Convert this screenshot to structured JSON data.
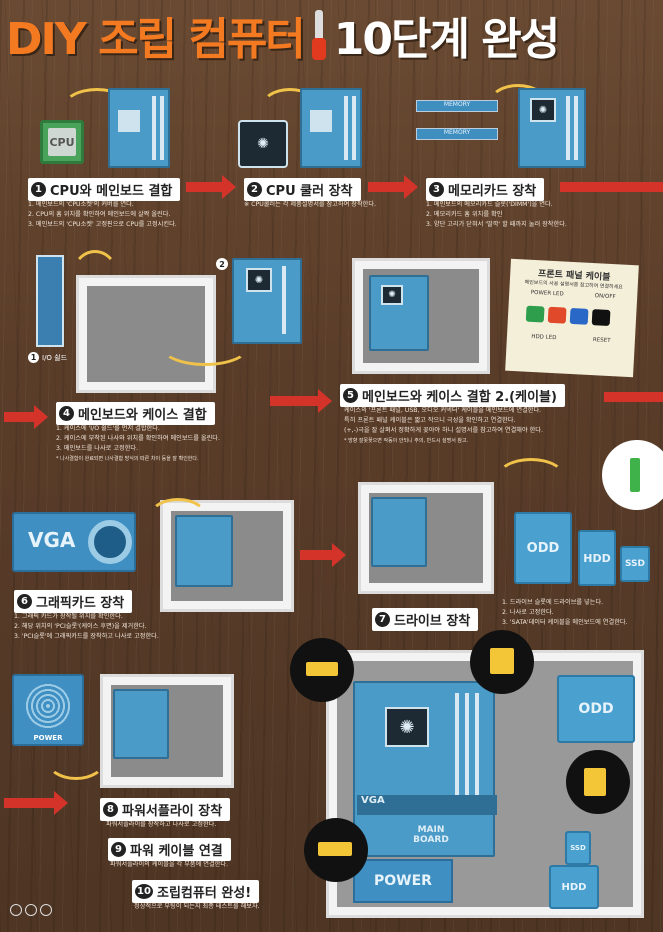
{
  "title": {
    "a": "DIY 조립 컴퓨터",
    "b": "10단계 완성"
  },
  "labels": {
    "cpu": "CPU",
    "vga": "VGA",
    "odd": "ODD",
    "hdd": "HDD",
    "ssd": "SSD",
    "power": "POWER",
    "mainboard": "MAIN BOARD",
    "mem": "MEMORY",
    "sub1": "I/O 쉴드",
    "badge2": "2",
    "badge1": "1"
  },
  "steps": [
    {
      "n": "1",
      "label": "CPU와 메인보드 결합",
      "desc": [
        "1. 메인보드의 'CPU소켓'의 커버를 연다.",
        "2. CPU의 홈 위치를 확인하여 메인보드에 살짝 올린다.",
        "3. 메인보드의 'CPU소켓' 고정핀으로 CPU를 고정시킨다."
      ]
    },
    {
      "n": "2",
      "label": "CPU 쿨러 장착",
      "desc": [
        "※ CPU쿨러는 각 제품설명서를 참고하여 장착한다."
      ]
    },
    {
      "n": "3",
      "label": "메모리카드 장착",
      "desc": [
        "1. 메인보드의 메모리카드 슬롯('DIMM')을 연다.",
        "2. 메모리카드 홈 위치를 확인",
        "3. 양단 고리가 닫혀서 '딸깍' 할 때까지 눌러 장착한다."
      ]
    },
    {
      "n": "4",
      "label": "메인보드와 케이스 결합",
      "desc": [
        "1. 케이스에 'I/O 쉴드'를 먼저 결합한다.",
        "2. 케이스에 부착된 나사와 위치를 확인하여 메인보드를 올린다.",
        "3. 메인보드를 나사로 고정한다.",
        "* 나사결합이 완료되면 나사결합 방식의 따른 차이 등을 잘 확인한다."
      ]
    },
    {
      "n": "5",
      "label": "메인보드와 케이스 결합 2.(케이블)",
      "desc": [
        "케이스의 '프론트 패널, USB, 오디오 커넥터' 케이블을 메인보드에 연결한다.",
        "특히 프론트 패널 케이블은 짧고 작으니 극성을 확인하고 연결한다.",
        "(+,-)극을 잘 살펴서 정확하게 꽂아야 하니 설명서를 참고하여 연결해야 한다.",
        "* 방향 잘못꽂으면 작동이 안되니 주의, 반드시 설명서 참고."
      ]
    },
    {
      "n": "6",
      "label": "그래픽카드 장착",
      "desc": [
        "1. 그래픽 카드가 장착될 위치를 확인한다.",
        "2. 해당 위치의 'PCI슬롯'(케이스 후면)을 제거한다.",
        "3. 'PCI슬롯'에 그래픽카드를 장착하고 나사로 고정한다."
      ]
    },
    {
      "n": "7",
      "label": "드라이브 장착",
      "desc": [
        "1. 드라이브 슬롯에 드라이브를 넣는다.",
        "2. 나사로 고정한다.",
        "3. 'SATA'데이터 케이블을 메인보드에 연결한다."
      ]
    },
    {
      "n": "8",
      "label": "파워서플라이 장착",
      "desc": [
        "파워서플라이를 장착하고 나사로 고정한다."
      ]
    },
    {
      "n": "9",
      "label": "파워 케이블 연결",
      "desc": [
        "파워서플라이의 케이블을 각 부품에 연결한다."
      ]
    },
    {
      "n": "10",
      "label": "조립컴퓨터 완성!",
      "desc": [
        "정상적으로 부팅이 되는지 최종 테스트를 해보자."
      ]
    }
  ],
  "panel": {
    "title": "프론트 패널 케이블",
    "sub": "메인보드의 사용 설명서를 참고하여 연결하세요",
    "a": "POWER LED",
    "b": "ON/OFF",
    "c": "HDD LED",
    "d": "RESET"
  },
  "colors": {
    "accent": "#f47a22",
    "arrow": "#d4332a",
    "board": "#4a9bc8",
    "cable": "#f0c24a"
  }
}
